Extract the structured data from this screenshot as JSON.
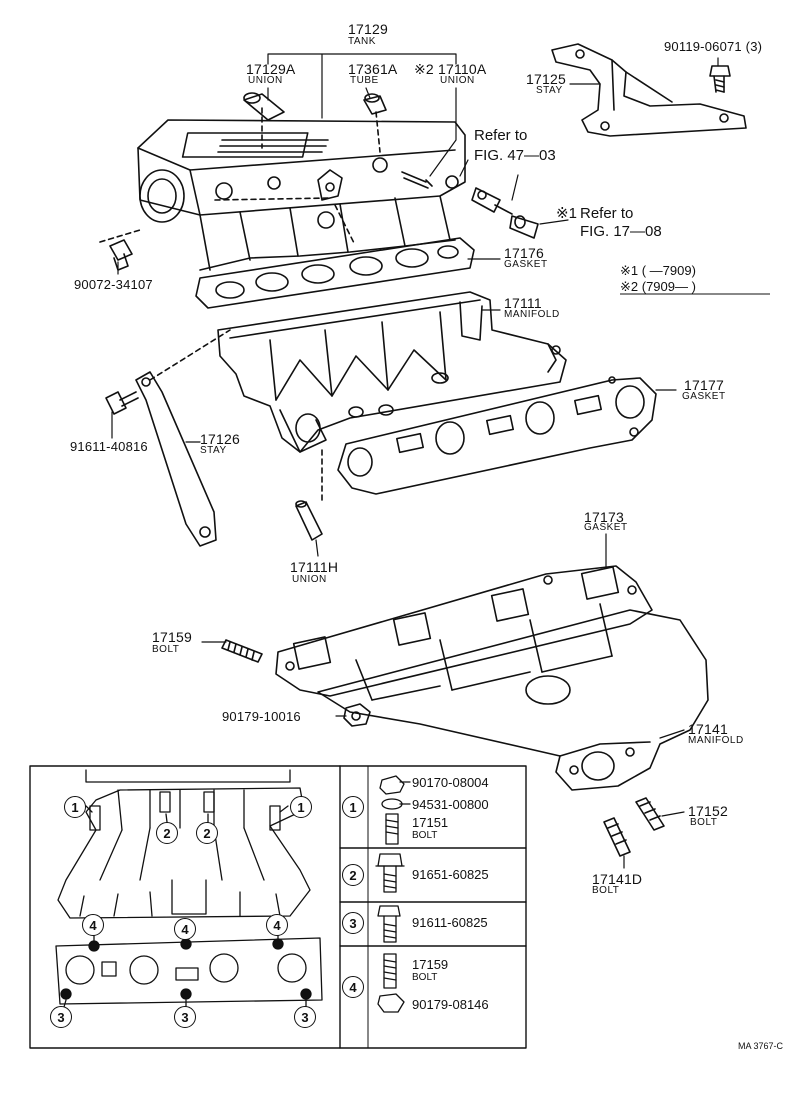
{
  "parts": {
    "p17129": {
      "number": "17129",
      "name": "TANK"
    },
    "p17129A": {
      "number": "17129A",
      "name": "UNION"
    },
    "p17361A": {
      "number": "17361A",
      "name": "TUBE"
    },
    "p17110A": {
      "mark": "※2",
      "number": "17110A",
      "name": "UNION"
    },
    "p17125": {
      "number": "17125",
      "name": "STAY"
    },
    "p90119": {
      "number": "90119-06071 (3)"
    },
    "p90072": {
      "number": "90072-34107"
    },
    "p17176": {
      "number": "17176",
      "name": "GASKET"
    },
    "p17111": {
      "number": "17111",
      "name": "MANIFOLD"
    },
    "p17177": {
      "number": "17177",
      "name": "GASKET"
    },
    "p91611a": {
      "number": "91611-40816"
    },
    "p17126": {
      "number": "17126",
      "name": "STAY"
    },
    "p17111H": {
      "number": "17111H",
      "name": "UNION"
    },
    "p17173": {
      "number": "17173",
      "name": "GASKET"
    },
    "p17159": {
      "number": "17159",
      "name": "BOLT"
    },
    "p90179a": {
      "number": "90179-10016"
    },
    "p17141": {
      "number": "17141",
      "name": "MANIFOLD"
    },
    "p17152": {
      "number": "17152",
      "name": "BOLT"
    },
    "p17141D": {
      "number": "17141D",
      "name": "BOLT"
    }
  },
  "refs": {
    "ref1_line1": "Refer to",
    "ref1_line2": "FIG. 47—03",
    "ref2_mark": "※1",
    "ref2_line1": "Refer to",
    "ref2_line2": "FIG. 17—08"
  },
  "key": {
    "k1": "※1 (        —7909)",
    "k2": "※2 (7909—        )"
  },
  "legend": {
    "n1": "1",
    "n2": "2",
    "n3": "3",
    "n4": "4",
    "r1a": "90170-08004",
    "r1b": "94531-00800",
    "r1c_num": "17151",
    "r1c_name": "BOLT",
    "r2": "91651-60825",
    "r3": "91611-60825",
    "r4a_num": "17159",
    "r4a_name": "BOLT",
    "r4b": "90179-08146"
  },
  "code": "MA 3767-C"
}
